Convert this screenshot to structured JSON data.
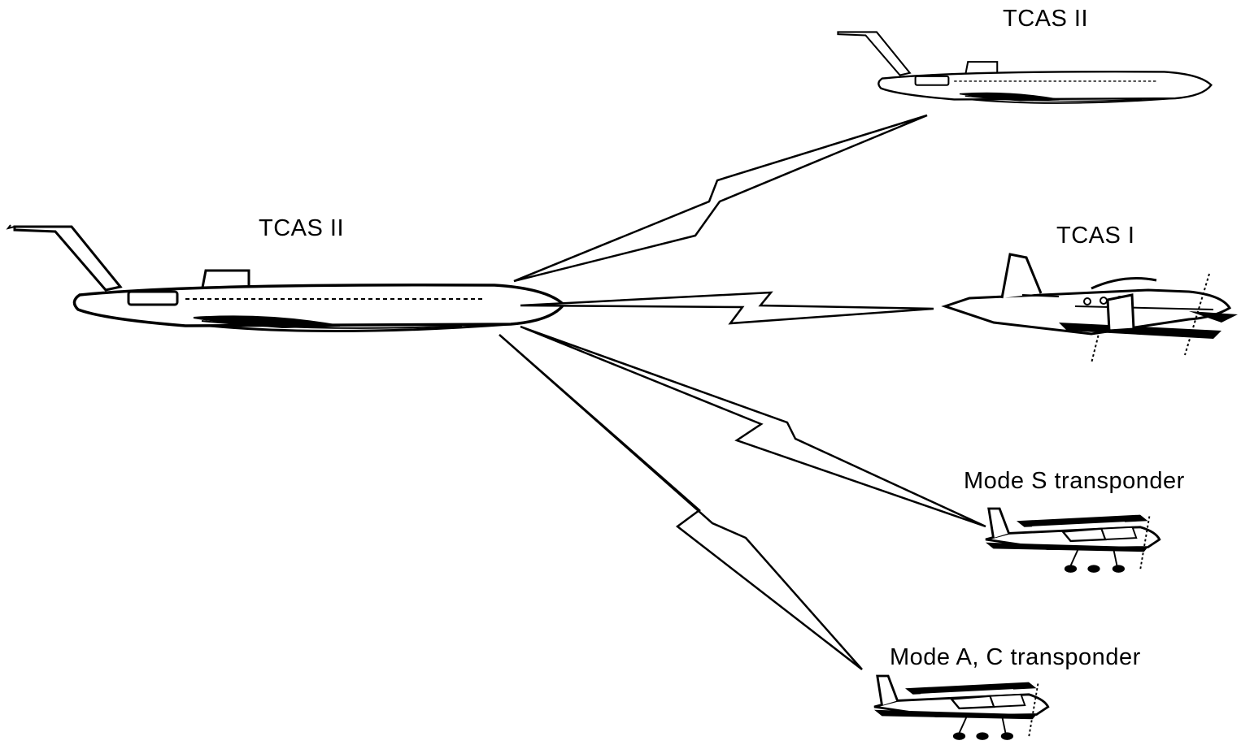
{
  "labels": {
    "main_aircraft": "TCAS II",
    "target_tcas2": "TCAS II",
    "target_tcas1": "TCAS I",
    "target_mode_s": "Mode S transponder",
    "target_mode_ac": "Mode A, C transponder"
  },
  "colors": {
    "ink": "#000000",
    "paper": "#ffffff",
    "fill": "#ffffff"
  }
}
